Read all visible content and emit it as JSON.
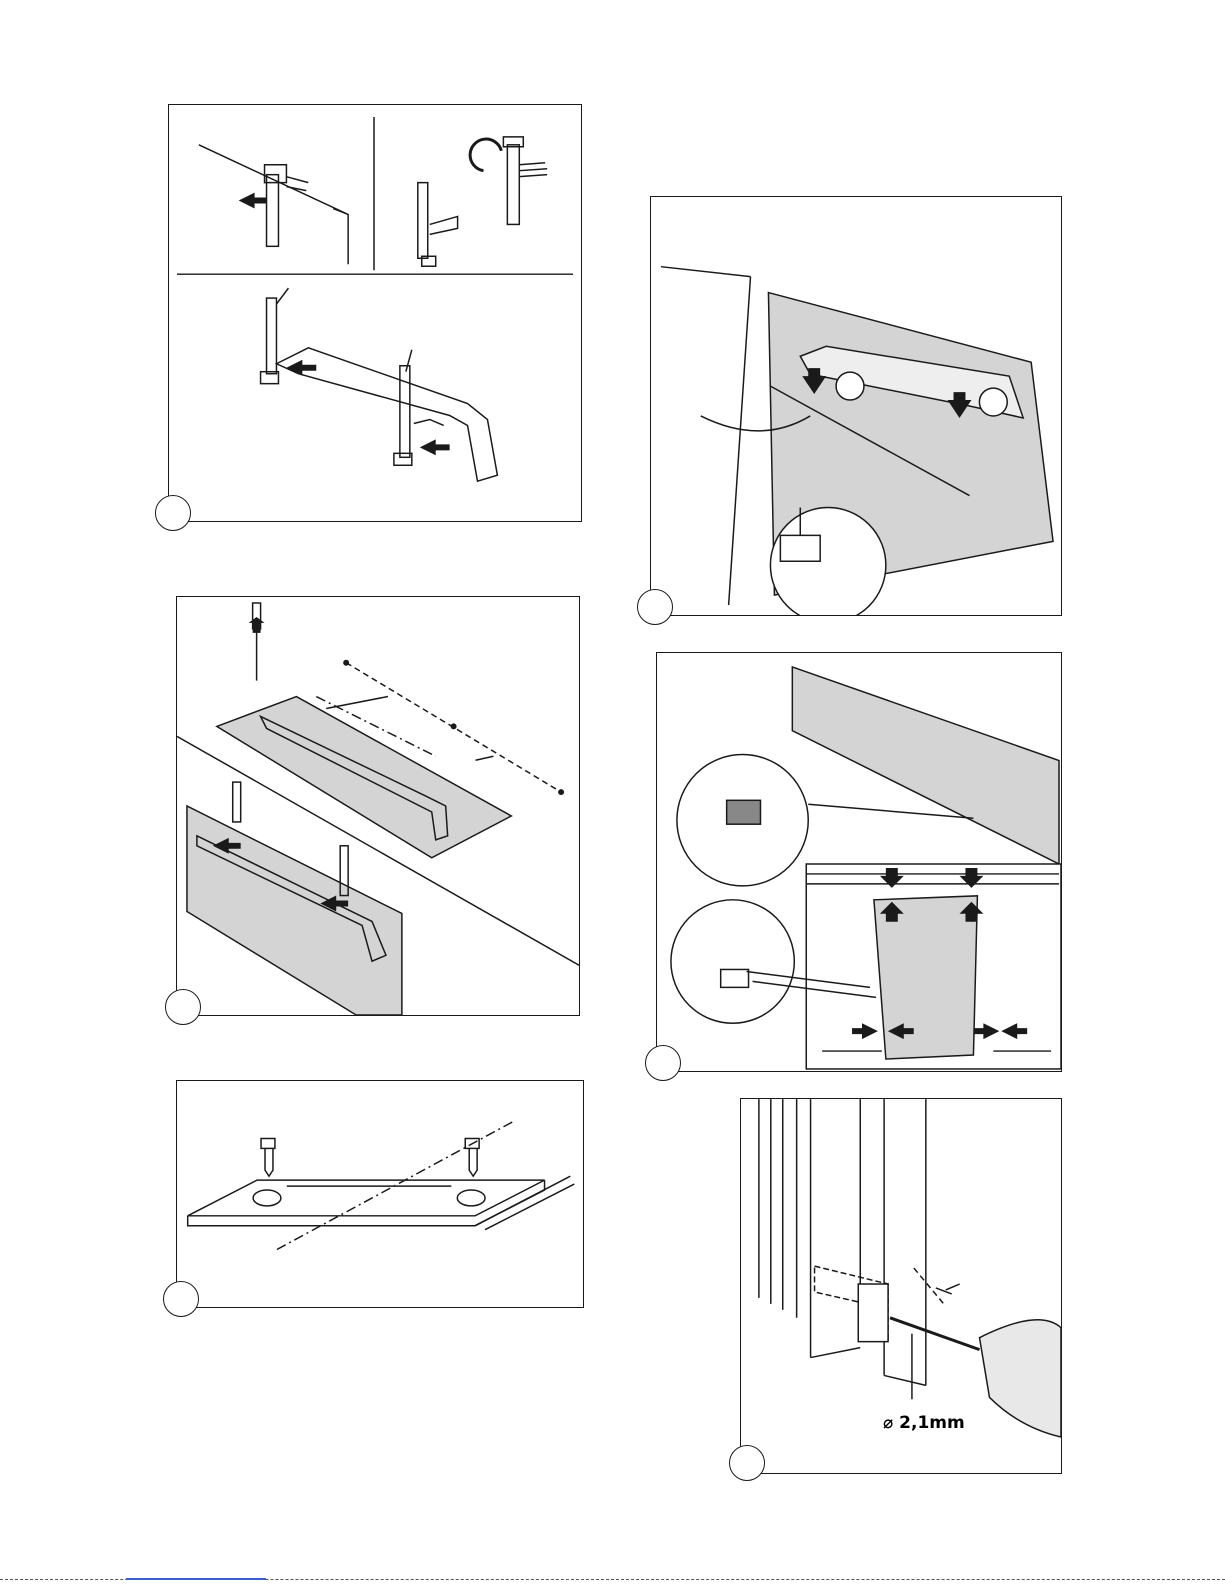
{
  "document": {
    "figure_panels": [
      {
        "id": "panel-a",
        "step": "",
        "description_icons": [
          "arrow-left-icon",
          "rotate-arrow-icon"
        ]
      },
      {
        "id": "panel-b",
        "step": ""
      },
      {
        "id": "panel-c",
        "step": ""
      },
      {
        "id": "panel-d",
        "step": ""
      },
      {
        "id": "panel-e",
        "step": ""
      },
      {
        "id": "panel-f",
        "step": ""
      }
    ],
    "drill_label": "⌀ 2,1mm"
  },
  "colors": {
    "line": "#1a1a1a",
    "panel_fill": "#d4d4d4",
    "footer_link": "#3b5ecc"
  }
}
